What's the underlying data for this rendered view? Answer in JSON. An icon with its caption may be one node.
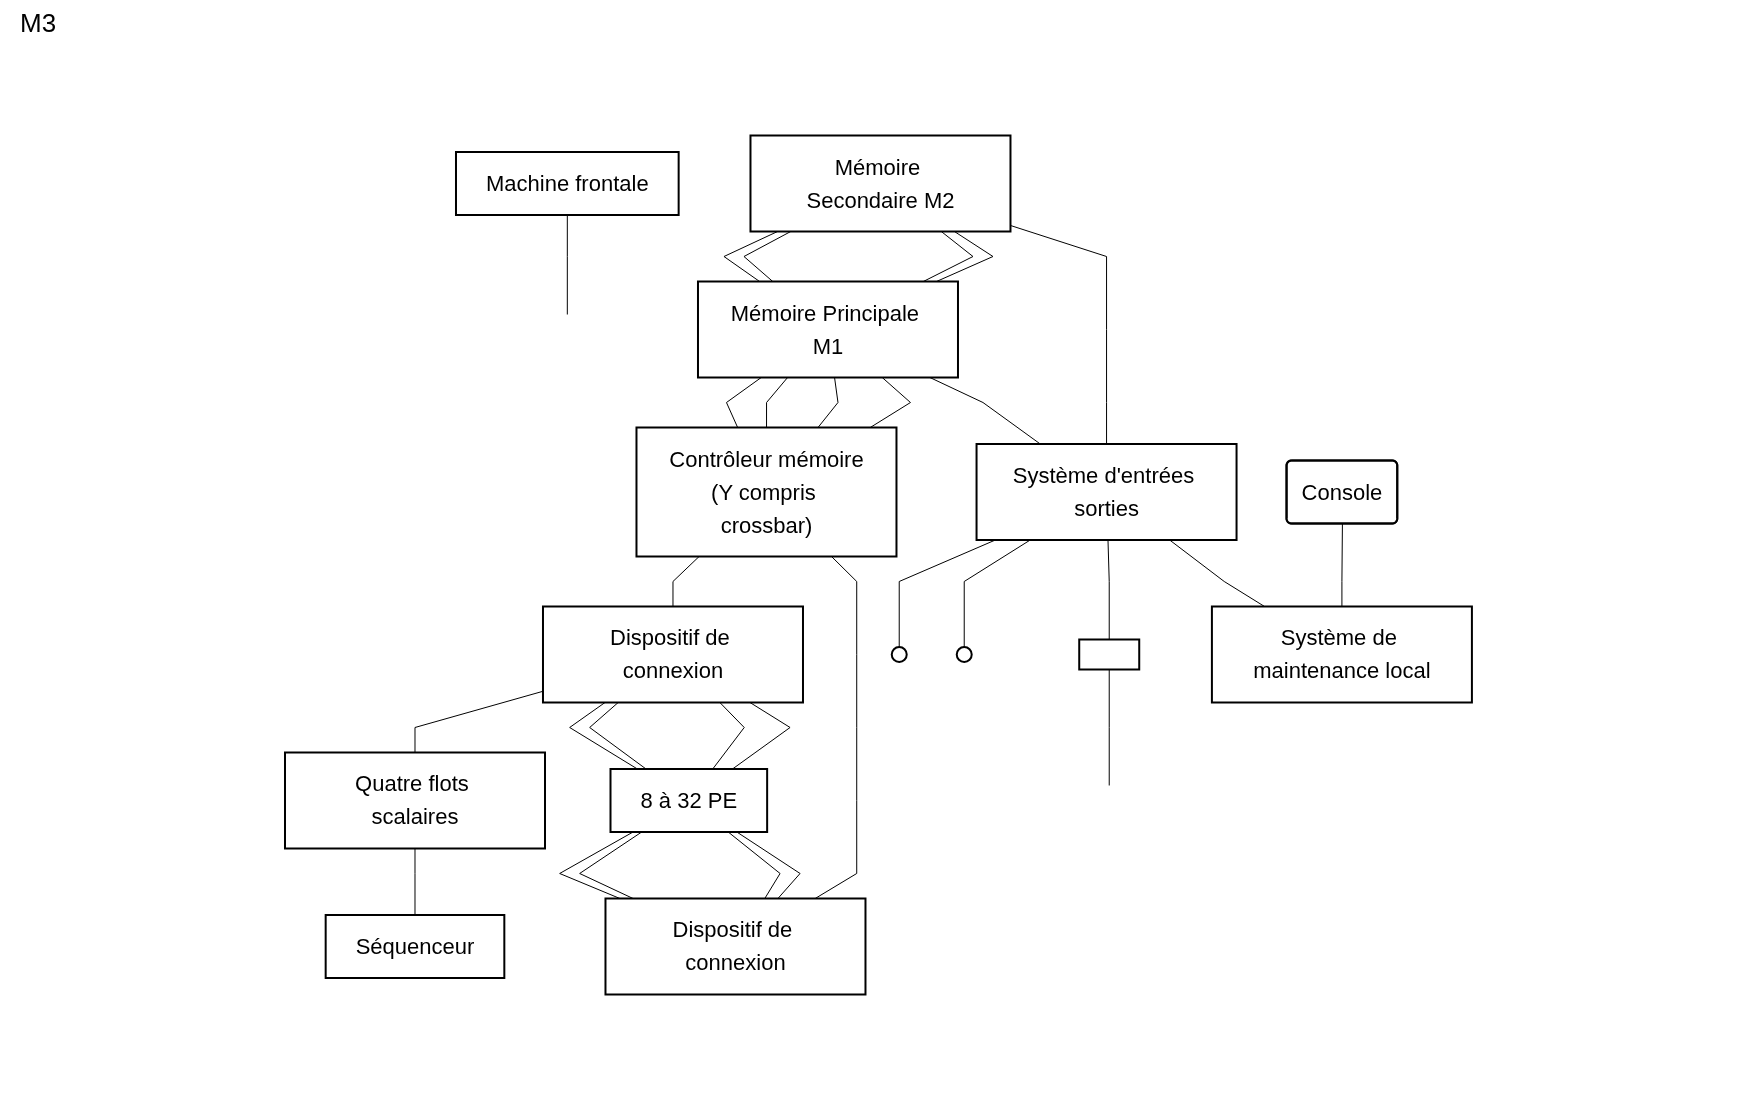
{
  "diagram": {
    "nodes": [
      {
        "text": [
          "Mémoire Secondaire M2"
        ]
      },
      {
        "text": [
          "Mémoire Principale M1"
        ]
      },
      {
        "text": [
          "Contrôleur mémoire",
          "(Y compris crossbar)"
        ]
      },
      {
        "text": [
          "Dispositif de connexion"
        ]
      },
      {
        "text": [
          "Quatre flots scalaires"
        ]
      },
      {
        "text": [
          "Séquenceur"
        ]
      },
      {
        "text": [
          "8 à 32 PE"
        ]
      },
      {
        "text": [
          "Dispositif de connexion"
        ]
      },
      {
        "text": [
          "Système d'entrées sorties"
        ]
      },
      {
        "text": [],
        "shape": "ellipse"
      },
      {
        "text": [],
        "shape": "ellipse"
      },
      {
        "text": [],
        "shape": "box"
      },
      {
        "text": [
          "Console"
        ]
      },
      {
        "text": [
          "Système de maintenance local"
        ]
      },
      {
        "text": [
          "Machine frontale"
        ]
      }
    ],
    "edges": [
      {
        "from": 0,
        "to": 1,
        "arrow": "none"
      },
      {
        "from": 0,
        "to": 1,
        "arrow": "none"
      },
      {
        "from": 0,
        "to": 1,
        "arrow": "none"
      },
      {
        "from": 0,
        "to": 1,
        "arrow": "none"
      },
      {
        "from": 1,
        "to": 2,
        "arrow": "none"
      },
      {
        "from": 1,
        "to": 2,
        "arrow": "none"
      },
      {
        "from": 1,
        "to": 2,
        "arrow": "none"
      },
      {
        "from": 1,
        "to": 2,
        "arrow": "none"
      },
      {
        "from": 2,
        "to": 3,
        "arrow": "none"
      },
      {
        "from": 2,
        "to": 7,
        "arrow": "none"
      },
      {
        "from": 3,
        "to": 4,
        "arrow": "none"
      },
      {
        "from": 3,
        "to": 6,
        "arrow": "none"
      },
      {
        "from": 3,
        "to": 6,
        "arrow": "none"
      },
      {
        "from": 3,
        "to": 6,
        "arrow": "none"
      },
      {
        "from": 3,
        "to": 6,
        "arrow": "none"
      },
      {
        "from": 4,
        "to": 5,
        "arrow": "none"
      },
      {
        "from": 6,
        "to": 7,
        "arrow": "none"
      },
      {
        "from": 6,
        "to": 7,
        "arrow": "none"
      },
      {
        "from": 6,
        "to": 7,
        "arrow": "none"
      },
      {
        "from": 6,
        "to": 7,
        "arrow": "none"
      },
      {
        "from": 0,
        "to": 8,
        "arrow": "none"
      },
      {
        "from": 1,
        "to": 8,
        "arrow": "none"
      },
      {
        "from": 8,
        "to": 9,
        "arrow": "none"
      },
      {
        "from": 8,
        "to": 10,
        "arrow": "none"
      },
      {
        "from": 8,
        "to": 11,
        "arrow": "none"
      },
      {
        "from": 8,
        "to": 13,
        "arrow": "none"
      },
      {
        "from": 12,
        "to": 13,
        "arrow": "none"
      },
      {
        "from": 11,
        "to": null,
        "arrow": "none"
      },
      {
        "from": 14,
        "to": null,
        "arrow": "none"
      }
    ],
    "labels": [
      "M3"
    ]
  }
}
